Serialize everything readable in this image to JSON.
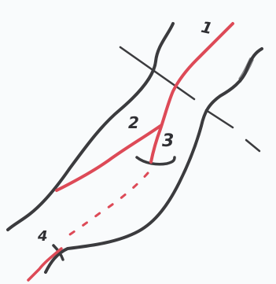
{
  "labels": {
    "one": "1",
    "two": "2",
    "three": "3",
    "four": "4"
  },
  "colors": {
    "outline": "#3b3b3e",
    "marker": "#dd4a57",
    "paper": "#f9fbfc"
  }
}
